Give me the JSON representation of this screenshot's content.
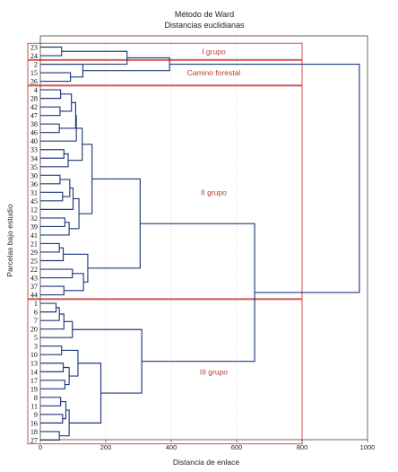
{
  "chart_data": {
    "type": "dendrogram",
    "title": "Método de Ward",
    "subtitle": "Distancias euclidianas",
    "xlabel": "Distancia de enlace",
    "ylabel": "Parcelas bajo estudio",
    "xlim": [
      0,
      1000
    ],
    "xticks": [
      "0",
      "200",
      "400",
      "600",
      "800",
      "1000"
    ],
    "grid": true,
    "leaves": [
      "23",
      "24",
      "2",
      "15",
      "26",
      "4",
      "28",
      "42",
      "47",
      "38",
      "46",
      "40",
      "33",
      "34",
      "35",
      "30",
      "36",
      "31",
      "45",
      "12",
      "32",
      "39",
      "41",
      "21",
      "29",
      "25",
      "22",
      "43",
      "37",
      "44",
      "1",
      "6",
      "7",
      "20",
      "5",
      "3",
      "10",
      "13",
      "14",
      "17",
      "19",
      "8",
      "11",
      "9",
      "16",
      "18",
      "27"
    ],
    "merges": [
      {
        "a": 0,
        "b": 1,
        "h": 65
      },
      {
        "a": 47,
        "b": 2,
        "h": 265
      },
      {
        "a": 3,
        "b": 4,
        "h": 92
      },
      {
        "a": 2,
        "b": 49,
        "h": 130
      },
      {
        "a": 48,
        "b": 50,
        "h": 395
      },
      {
        "a": 5,
        "b": 6,
        "h": 62
      },
      {
        "a": 7,
        "b": 8,
        "h": 60
      },
      {
        "a": 52,
        "b": 53,
        "h": 95
      },
      {
        "a": 9,
        "b": 10,
        "h": 58
      },
      {
        "a": 54,
        "b": 55,
        "h": 108
      },
      {
        "a": 56,
        "b": 11,
        "h": 110
      },
      {
        "a": 12,
        "b": 13,
        "h": 72
      },
      {
        "a": 58,
        "b": 14,
        "h": 85
      },
      {
        "a": 57,
        "b": 59,
        "h": 128
      },
      {
        "a": 15,
        "b": 16,
        "h": 60
      },
      {
        "a": 17,
        "b": 18,
        "h": 68
      },
      {
        "a": 61,
        "b": 62,
        "h": 90
      },
      {
        "a": 63,
        "b": 19,
        "h": 100
      },
      {
        "a": 20,
        "b": 21,
        "h": 75
      },
      {
        "a": 65,
        "b": 22,
        "h": 88
      },
      {
        "a": 64,
        "b": 66,
        "h": 118
      },
      {
        "a": 60,
        "b": 67,
        "h": 158
      },
      {
        "a": 23,
        "b": 24,
        "h": 58
      },
      {
        "a": 69,
        "b": 25,
        "h": 70
      },
      {
        "a": 26,
        "b": 27,
        "h": 98
      },
      {
        "a": 28,
        "b": 29,
        "h": 72
      },
      {
        "a": 71,
        "b": 72,
        "h": 132
      },
      {
        "a": 70,
        "b": 73,
        "h": 145
      },
      {
        "a": 68,
        "b": 74,
        "h": 305
      },
      {
        "a": 30,
        "b": 31,
        "h": 48
      },
      {
        "a": 76,
        "b": 32,
        "h": 58
      },
      {
        "a": 77,
        "b": 33,
        "h": 72
      },
      {
        "a": 78,
        "b": 34,
        "h": 98
      },
      {
        "a": 35,
        "b": 36,
        "h": 65
      },
      {
        "a": 37,
        "b": 38,
        "h": 70
      },
      {
        "a": 39,
        "b": 40,
        "h": 75
      },
      {
        "a": 81,
        "b": 82,
        "h": 88
      },
      {
        "a": 80,
        "b": 83,
        "h": 115
      },
      {
        "a": 41,
        "b": 42,
        "h": 62
      },
      {
        "a": 43,
        "b": 44,
        "h": 68
      },
      {
        "a": 85,
        "b": 86,
        "h": 78
      },
      {
        "a": 45,
        "b": 46,
        "h": 58
      },
      {
        "a": 87,
        "b": 88,
        "h": 88
      },
      {
        "a": 84,
        "b": 89,
        "h": 185
      },
      {
        "a": 79,
        "b": 90,
        "h": 310
      },
      {
        "a": 75,
        "b": 91,
        "h": 655
      },
      {
        "a": 51,
        "b": 92,
        "h": 975
      }
    ],
    "groups": [
      {
        "label": "I grupo",
        "from": 0,
        "to": 1
      },
      {
        "label": "Camino forestal",
        "from": 2,
        "to": 4
      },
      {
        "label": "II grupo",
        "from": 5,
        "to": 29
      },
      {
        "label": "III grupo",
        "from": 30,
        "to": 46
      }
    ],
    "colors": {
      "tree": "#1f3a7a",
      "box": "#cc3b3b",
      "label": "#b5402f",
      "grid": "#bbbbbb",
      "frame": "#444444"
    }
  }
}
